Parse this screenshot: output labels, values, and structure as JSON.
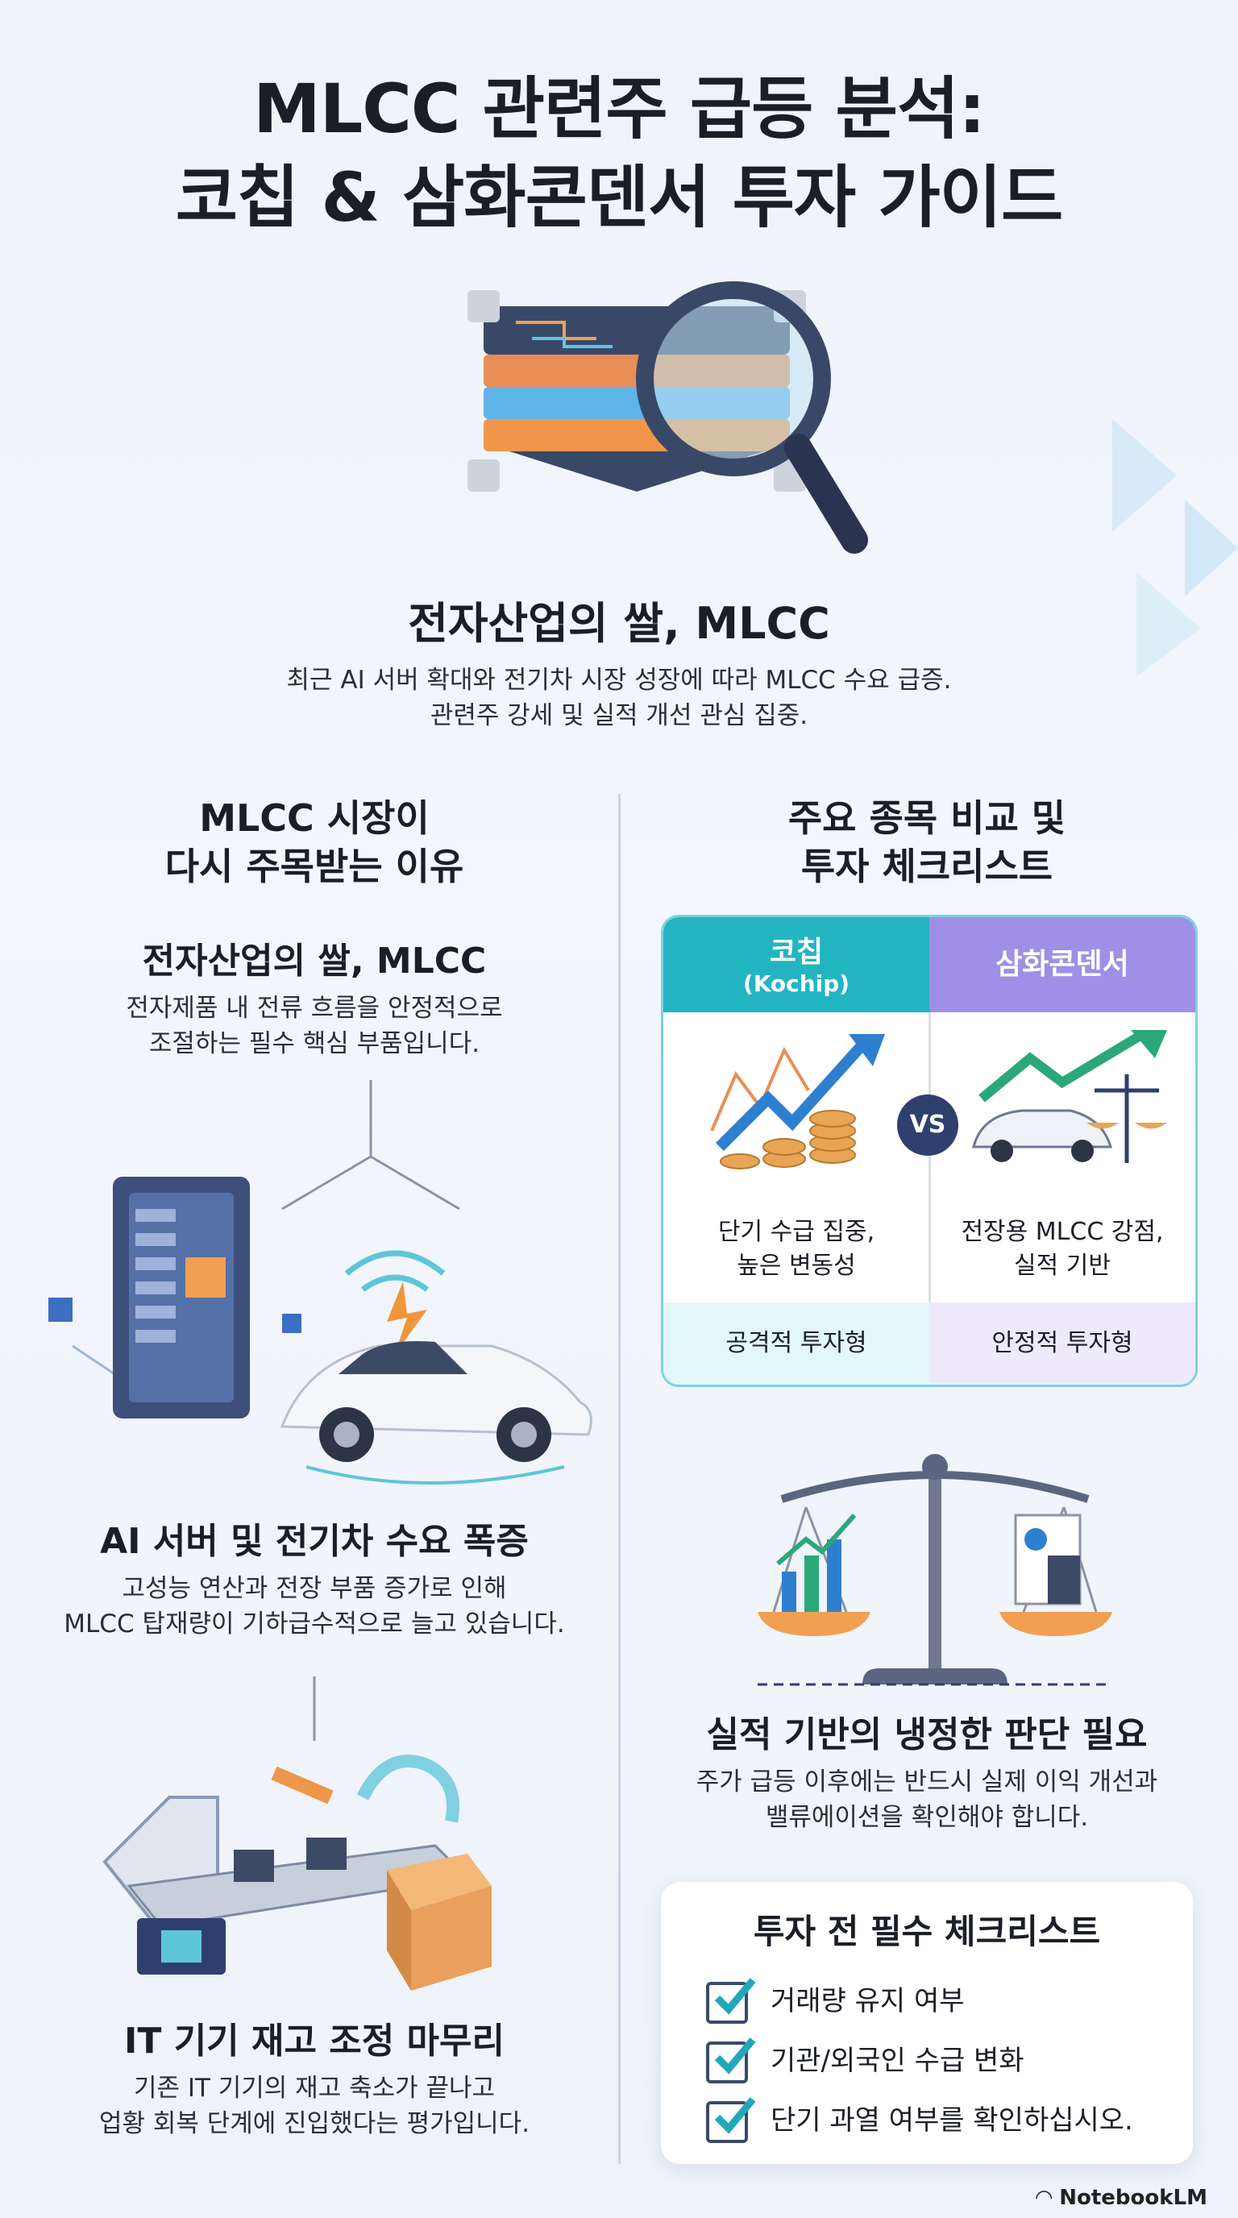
{
  "title_line1": "MLCC 관련주 급등 분석:",
  "title_line2": "코칩 & 삼화콘덴서 투자 가이드",
  "intro": {
    "heading": "전자산업의 쌀, MLCC",
    "line1": "최근 AI 서버 확대와 전기차 시장 성장에 따라 MLCC 수요 급증.",
    "line2": "관련주 강세 및 실적 개선 관심 집중."
  },
  "left": {
    "heading_line1": "MLCC 시장이",
    "heading_line2": "다시 주목받는 이유",
    "s1": {
      "title": "전자산업의 쌀, MLCC",
      "line1": "전자제품 내 전류 흐름을 안정적으로",
      "line2": "조절하는 필수 핵심 부품입니다."
    },
    "s2": {
      "title": "AI 서버 및 전기차 수요 폭증",
      "line1": "고성능 연산과 전장 부품 증가로 인해",
      "line2": "MLCC 탑재량이 기하급수적으로 늘고 있습니다."
    },
    "s3": {
      "title": "IT 기기 재고 조정 마무리",
      "line1": "기존 IT 기기의 재고 축소가 끝나고",
      "line2": "업황 회복 단계에 진입했다는 평가입니다."
    }
  },
  "right": {
    "heading_line1": "주요 종목 비교 및",
    "heading_line2": "투자 체크리스트",
    "compare": {
      "left_name": "코칩",
      "left_sub": "(Kochip)",
      "right_name": "삼화콘덴서",
      "vs": "VS",
      "left_desc1": "단기 수급 집중,",
      "left_desc2": "높은 변동성",
      "right_desc1": "전장용 MLCC 강점,",
      "right_desc2": "실적 기반",
      "left_type": "공격적 투자형",
      "right_type": "안정적 투자형"
    },
    "judge": {
      "title": "실적 기반의 냉정한 판단 필요",
      "line1": "주가 급등 이후에는 반드시 실제 이익 개선과",
      "line2": "밸류에이션을 확인해야 합니다."
    },
    "checklist": {
      "title": "투자 전 필수 체크리스트",
      "items": [
        "거래량 유지 여부",
        "기관/외국인 수급 변화",
        "단기 과열 여부를 확인하십시오."
      ]
    }
  },
  "brand": "NotebookLM",
  "colors": {
    "teal": "#23b4c2",
    "purple": "#9f8fe6",
    "navy": "#2f3f6e",
    "check": "#21a8b8"
  }
}
